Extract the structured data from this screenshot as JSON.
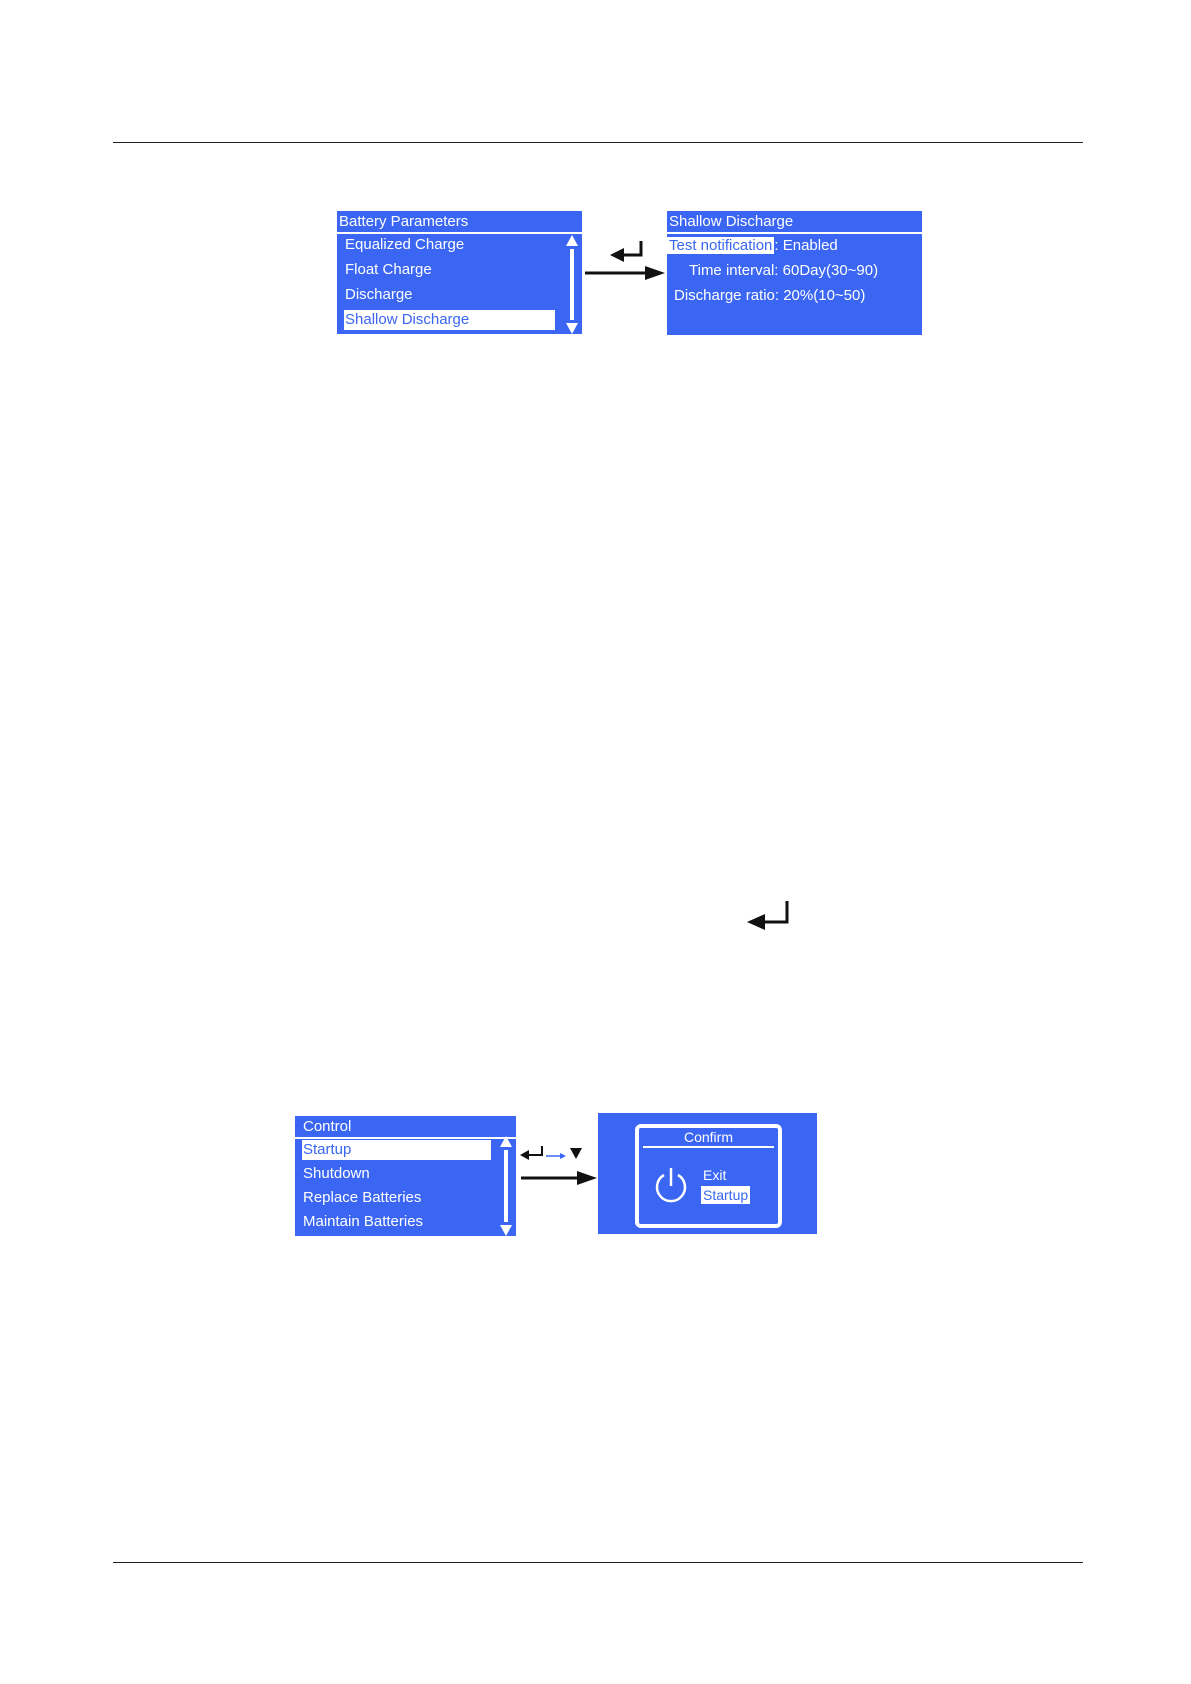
{
  "figure_top": {
    "battery_screen": {
      "title": "Battery Parameters",
      "items": [
        {
          "label": "Equalized Charge",
          "selected": false
        },
        {
          "label": "Float Charge",
          "selected": false
        },
        {
          "label": "Discharge",
          "selected": false
        },
        {
          "label": "Shallow Discharge",
          "selected": true
        }
      ]
    },
    "shallow_screen": {
      "title": "Shallow Discharge",
      "test_notification_label": "Test notification",
      "test_notification_value": ": Enabled",
      "time_interval_line": "Time interval: 60Day(30~90)",
      "discharge_ratio_line": "Discharge ratio: 20%(10~50)"
    }
  },
  "figure_bottom": {
    "control_screen": {
      "title": "Control",
      "items": [
        {
          "label": "Startup",
          "selected": true
        },
        {
          "label": "Shutdown",
          "selected": false
        },
        {
          "label": "Replace Batteries",
          "selected": false
        },
        {
          "label": "Maintain Batteries",
          "selected": false
        }
      ]
    },
    "confirm_screen": {
      "title": "Confirm",
      "options": [
        {
          "label": "Exit",
          "selected": false
        },
        {
          "label": "Startup",
          "selected": true
        }
      ]
    }
  },
  "colors": {
    "lcd_blue": "#3a66f3",
    "text_white": "#ffffff",
    "arrow_black": "#111111"
  }
}
